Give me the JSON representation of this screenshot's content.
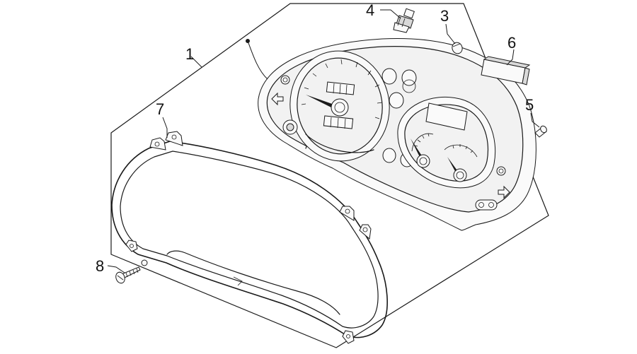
{
  "callouts": [
    {
      "id": "1",
      "label": "1"
    },
    {
      "id": "2",
      "label": "3"
    },
    {
      "id": "3",
      "label": "4"
    },
    {
      "id": "4",
      "label": "5"
    },
    {
      "id": "5",
      "label": "6"
    },
    {
      "id": "6",
      "label": "7"
    },
    {
      "id": "7",
      "label": "8"
    }
  ],
  "colors": {
    "line": "#1a1a1a",
    "background": "#ffffff",
    "part_fill": "#f2f2f2"
  }
}
